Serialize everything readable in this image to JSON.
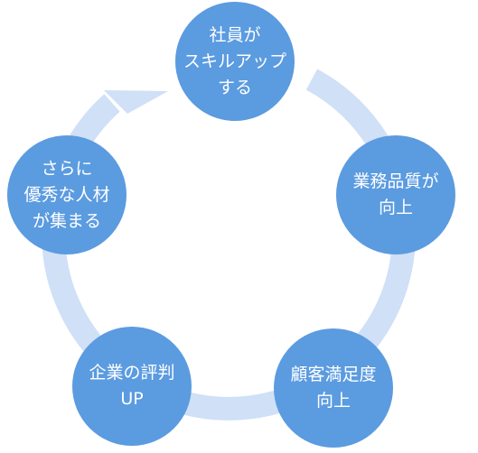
{
  "colors": {
    "node": "#5b9be0",
    "arc": "#cfe0f7",
    "text": "#ffffff"
  },
  "nodes": [
    {
      "id": "skillup",
      "lines": [
        "社員が",
        "スキルアップ",
        "する"
      ]
    },
    {
      "id": "quality",
      "lines": [
        "業務品質が",
        "向上"
      ]
    },
    {
      "id": "satisfaction",
      "lines": [
        "顧客満足度",
        "向上"
      ]
    },
    {
      "id": "reputation",
      "lines": [
        "企業の評判",
        "UP"
      ]
    },
    {
      "id": "talent",
      "lines": [
        "さらに",
        "優秀な人材",
        "が集まる"
      ]
    }
  ]
}
